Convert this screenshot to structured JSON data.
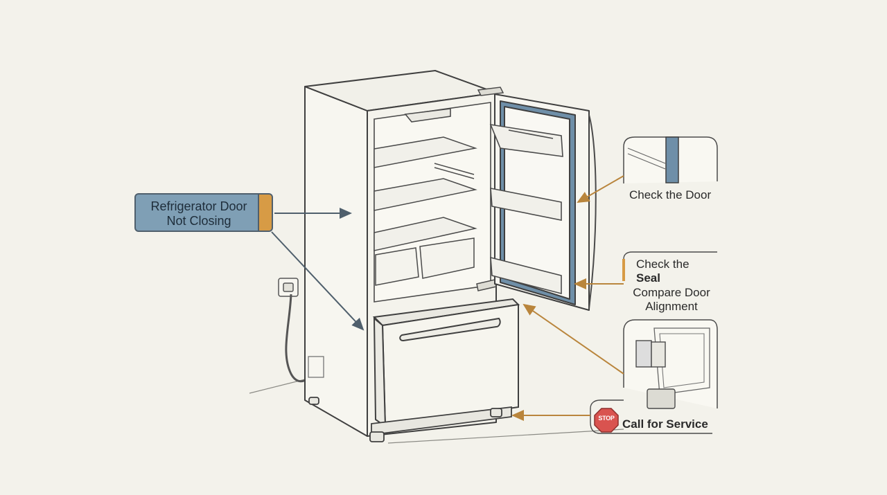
{
  "labels": {
    "main_title_line1": "Refrigerator Door",
    "main_title_line2": "Not Closing",
    "check_door": "Check the Door",
    "check_seal_line1": "Check the",
    "check_seal_line2": "Seal",
    "compare_line1": "Compare Door",
    "compare_line2": "Alignment",
    "call_service": "Call for Service",
    "stop_sign": "STOP"
  },
  "colors": {
    "background": "#f3f2eb",
    "line": "#4a4a4a",
    "accent_orange": "#d79b45",
    "arrow_orange": "#b9853c",
    "arrow_blue": "#4f5f6c",
    "main_label_fill": "#7f9fb5",
    "seal_blue": "#6f8fa8",
    "stop_red": "#d9534f"
  }
}
